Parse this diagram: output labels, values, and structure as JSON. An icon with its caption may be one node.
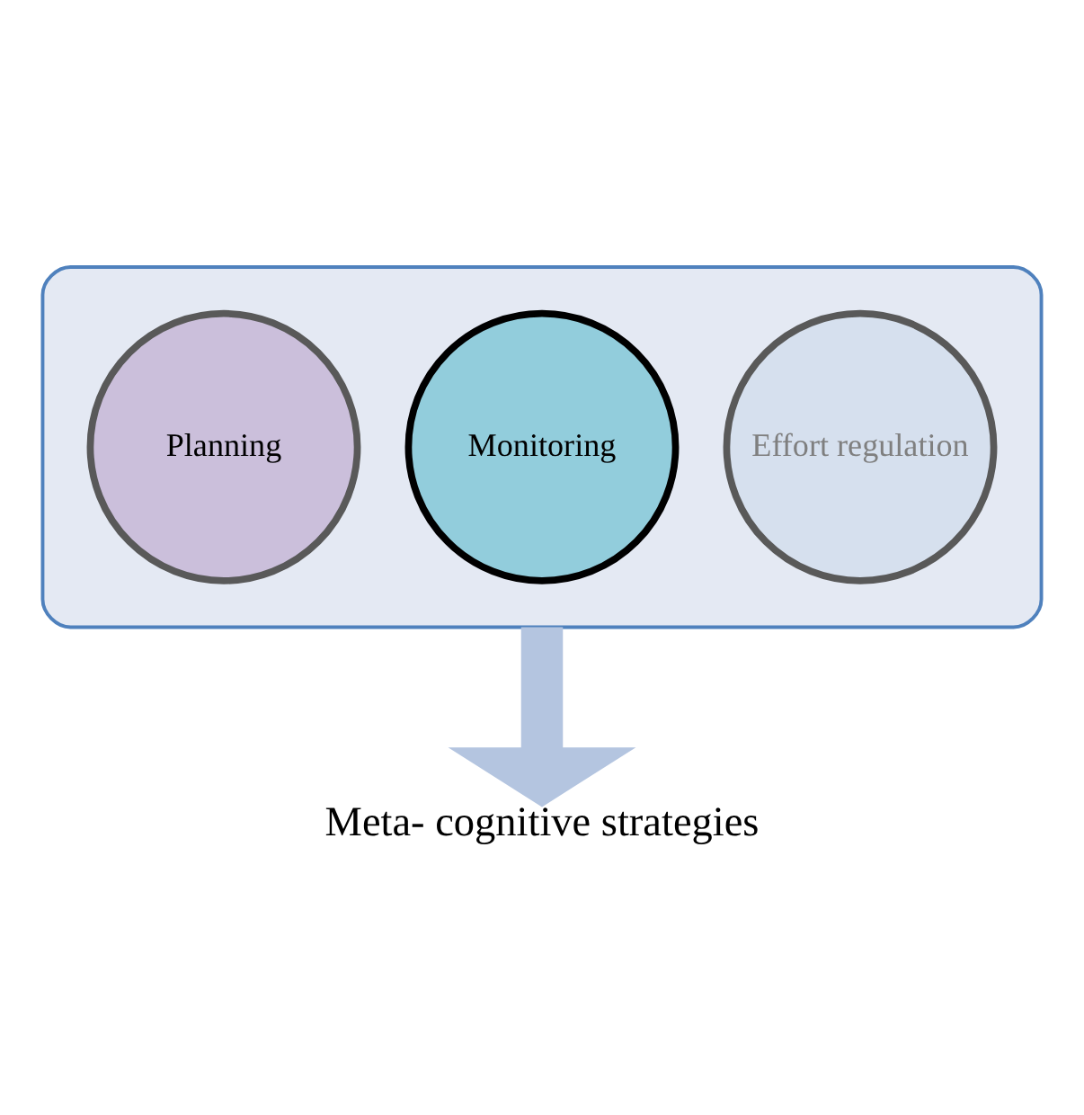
{
  "diagram": {
    "nodes": [
      {
        "text": [],
        "shape": "funnel"
      },
      {
        "text": [
          "Planning"
        ],
        "in": 0
      },
      {
        "text": [
          "Monitoring"
        ],
        "in": 0
      },
      {
        "text": [
          "Effort regulation"
        ],
        "in": 0
      },
      {
        "text": [
          "Meta- cognitive strategies"
        ]
      }
    ],
    "edges": [
      {
        "from": 0,
        "to": 4,
        "arrow": "to",
        "color": "#b4c5e0"
      }
    ]
  }
}
